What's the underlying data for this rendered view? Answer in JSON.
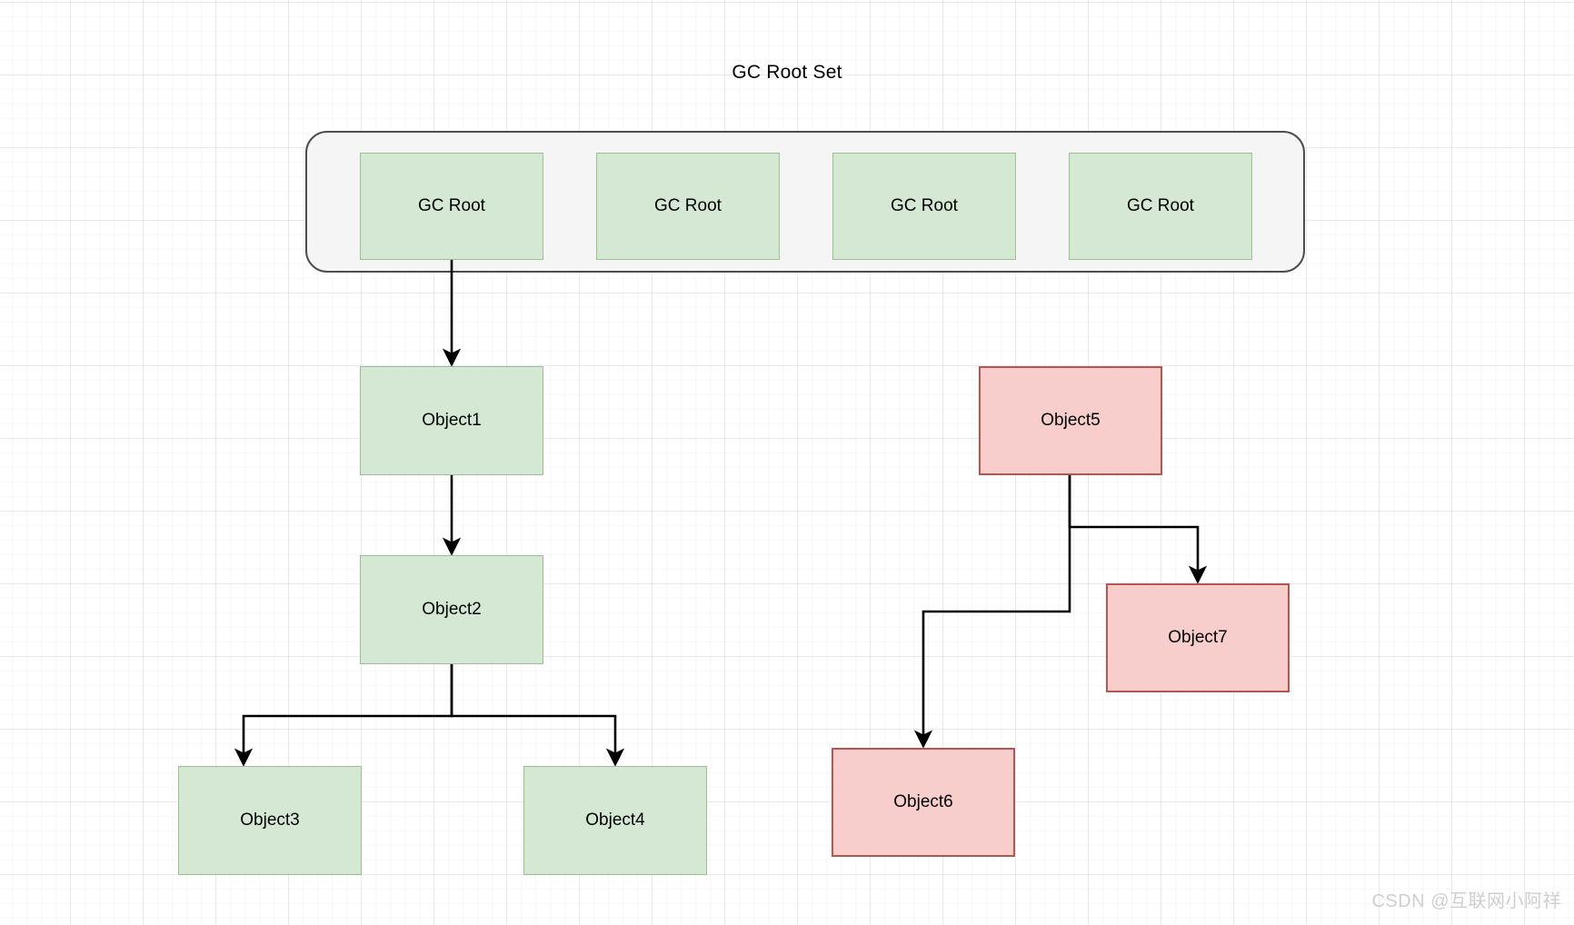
{
  "diagram": {
    "title": "GC Root Set",
    "type": "gc-reachability-graph",
    "colors": {
      "reachable_fill": "#d5e8d4",
      "reachable_border": "#9bc08f",
      "unreachable_fill": "#f8cecc",
      "unreachable_border": "#b85450",
      "container_fill": "#f5f5f5",
      "container_border": "#4d4d4d",
      "edge": "#000000",
      "background": "#ffffff",
      "watermark": "#cfcfcf"
    }
  },
  "root_set": {
    "label": "GC Root Set",
    "roots": [
      {
        "label": "GC Root"
      },
      {
        "label": "GC Root"
      },
      {
        "label": "GC Root"
      },
      {
        "label": "GC Root"
      }
    ]
  },
  "nodes": {
    "object1": {
      "label": "Object1",
      "state": "reachable"
    },
    "object2": {
      "label": "Object2",
      "state": "reachable"
    },
    "object3": {
      "label": "Object3",
      "state": "reachable"
    },
    "object4": {
      "label": "Object4",
      "state": "reachable"
    },
    "object5": {
      "label": "Object5",
      "state": "unreachable"
    },
    "object6": {
      "label": "Object6",
      "state": "unreachable"
    },
    "object7": {
      "label": "Object7",
      "state": "unreachable"
    }
  },
  "edges": [
    {
      "from": "GC Root",
      "to": "Object1"
    },
    {
      "from": "Object1",
      "to": "Object2"
    },
    {
      "from": "Object2",
      "to": "Object3"
    },
    {
      "from": "Object2",
      "to": "Object4"
    },
    {
      "from": "Object5",
      "to": "Object6"
    },
    {
      "from": "Object5",
      "to": "Object7"
    }
  ],
  "watermark": {
    "text": "CSDN @互联网小阿祥"
  }
}
